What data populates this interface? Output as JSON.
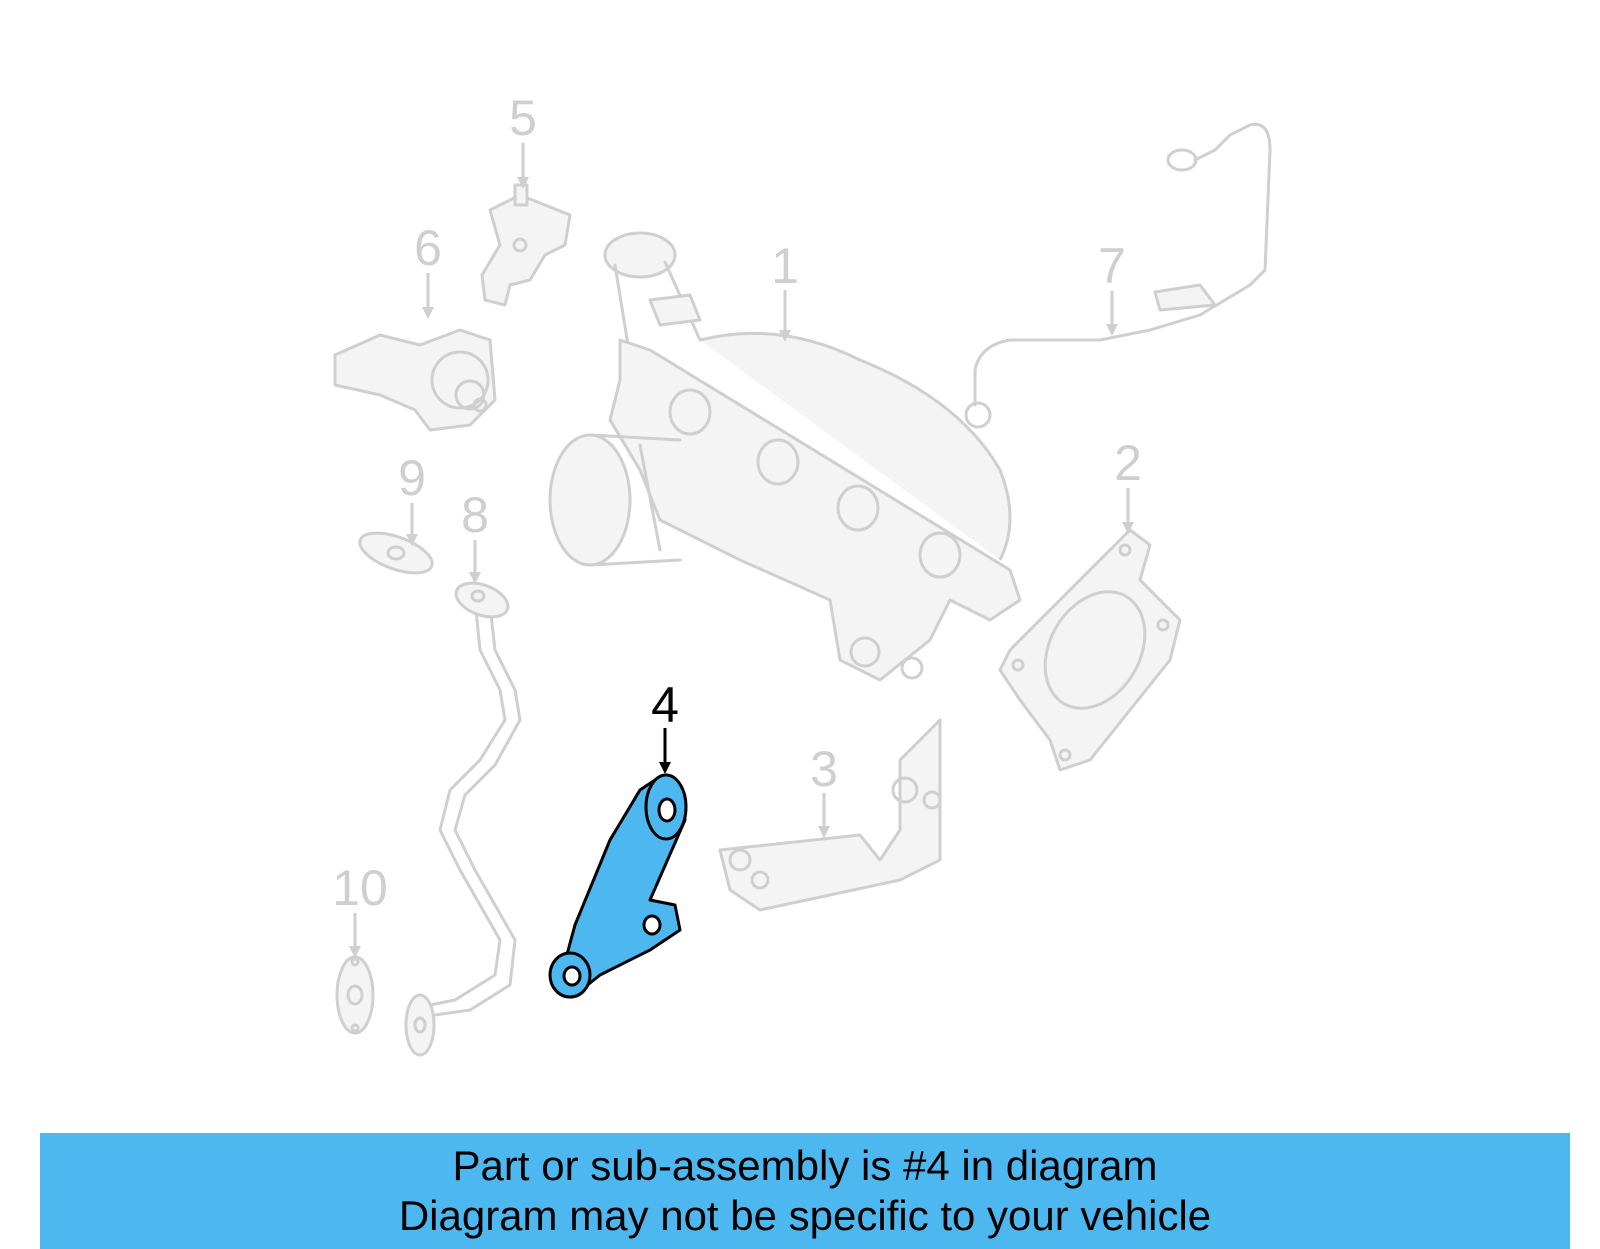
{
  "diagram": {
    "highlight_color": "#4db8f0",
    "ghost_color": "#cfcfcf",
    "callouts": {
      "c1": "1",
      "c2": "2",
      "c3": "3",
      "c4": "4",
      "c5": "5",
      "c6": "6",
      "c7": "7",
      "c8": "8",
      "c9": "9",
      "c10": "10"
    },
    "highlighted_part": "4"
  },
  "caption": {
    "line1": "Part or sub-assembly is #4 in diagram",
    "line2": "Diagram may not be specific to your vehicle"
  }
}
